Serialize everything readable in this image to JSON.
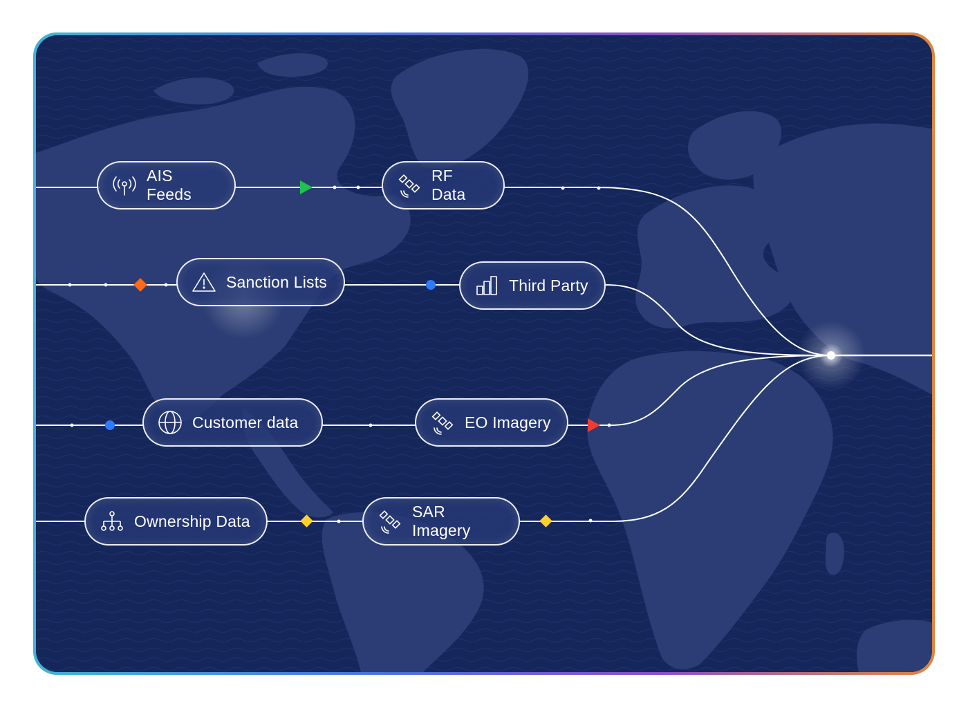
{
  "nodes": {
    "ais_feeds": {
      "label": "AIS Feeds",
      "icon": "radio-antenna-icon"
    },
    "rf_data": {
      "label": "RF Data",
      "icon": "satellite-icon"
    },
    "sanction_lists": {
      "label": "Sanction Lists",
      "icon": "warning-triangle-icon"
    },
    "third_party": {
      "label": "Third Party",
      "icon": "bar-chart-icon"
    },
    "customer_data": {
      "label": "Customer data",
      "icon": "globe-icon"
    },
    "eo_imagery": {
      "label": "EO Imagery",
      "icon": "satellite-icon"
    },
    "ownership_data": {
      "label": "Ownership Data",
      "icon": "hierarchy-icon"
    },
    "sar_imagery": {
      "label": "SAR Imagery",
      "icon": "satellite-icon"
    }
  },
  "colors": {
    "background": "#15265b",
    "land": "#2b3d74",
    "line": "#ffffff",
    "marker_green": "#1fc24a",
    "marker_orange": "#ff6a1a",
    "marker_blue": "#2f7bff",
    "marker_red": "#f23a2f",
    "marker_yellow": "#ffcf2e"
  }
}
